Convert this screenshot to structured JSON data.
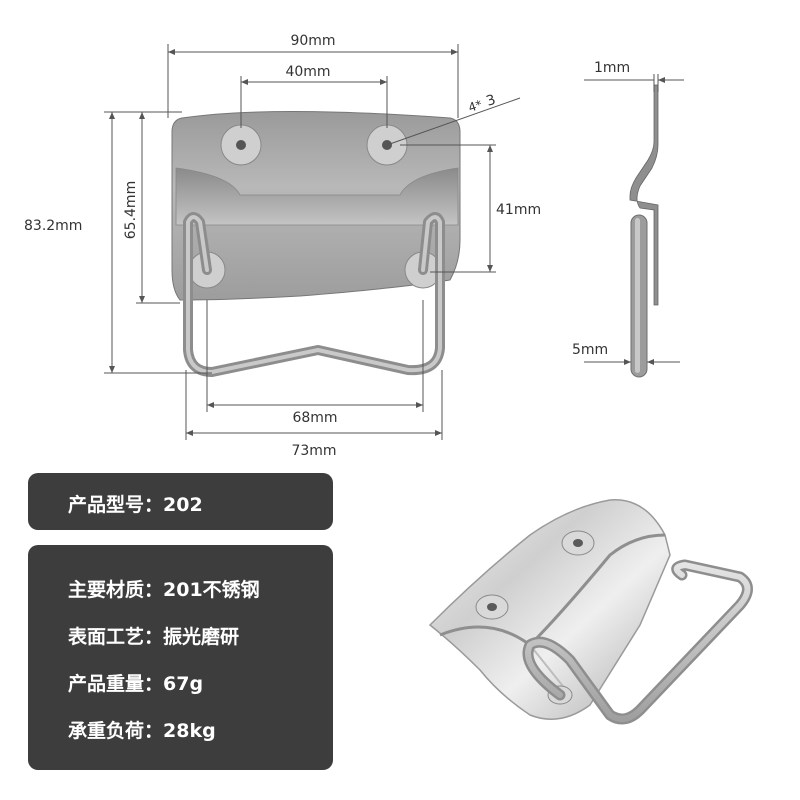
{
  "dimensions": {
    "overall_width": "90mm",
    "hole_spacing_top": "40mm",
    "hole_spec_prefix": "4*",
    "hole_spec_value": "3",
    "overall_height": "83.2mm",
    "plate_height": "65.4mm",
    "hole_spacing_vertical": "41mm",
    "handle_inner_width": "68mm",
    "handle_outer_width": "73mm",
    "thickness": "1mm",
    "wire_diameter": "5mm"
  },
  "specs": {
    "model": {
      "label": "产品型号：",
      "value": "202"
    },
    "material": {
      "label": "主要材质：",
      "value": "201不锈钢"
    },
    "finish": {
      "label": "表面工艺：",
      "value": "振光磨研"
    },
    "weight": {
      "label": "产品重量：",
      "value": "67g"
    },
    "load": {
      "label": "承重负荷：",
      "value": "28kg"
    }
  },
  "colors": {
    "panel_bg": "#3d3d3d",
    "metal": "#a6a6a6",
    "dimension_line": "#555555"
  }
}
